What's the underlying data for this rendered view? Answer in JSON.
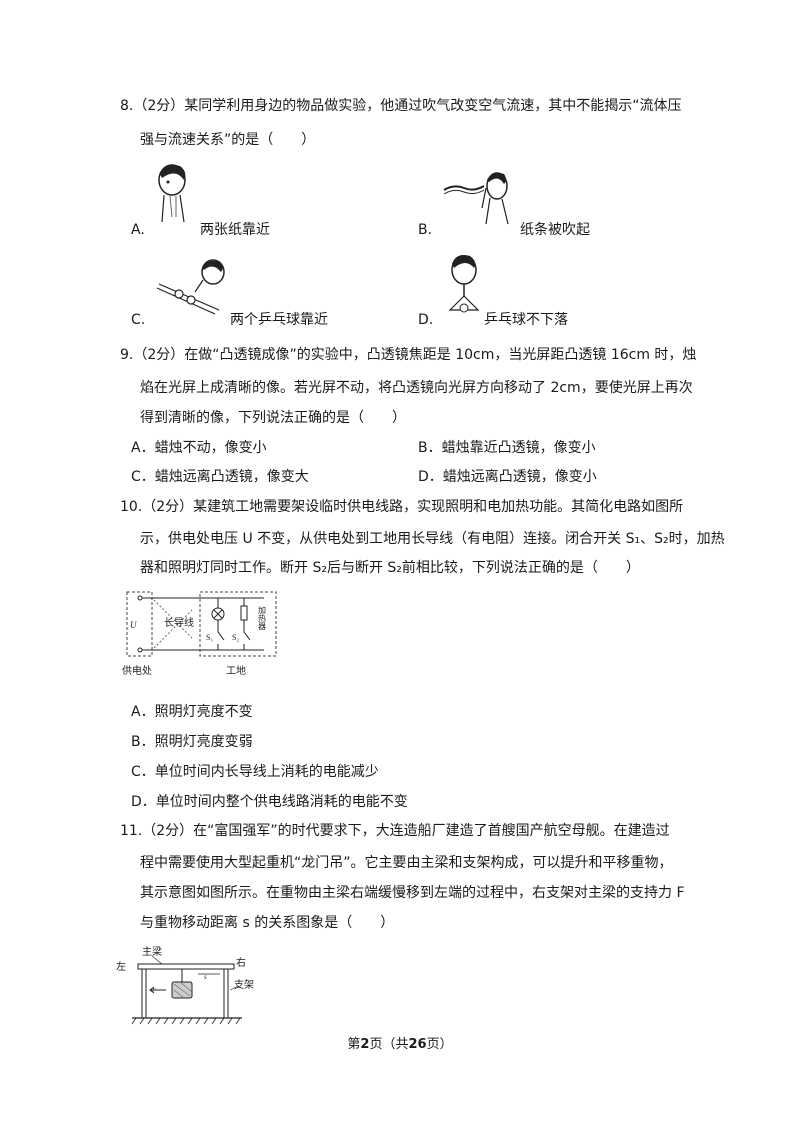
{
  "q8": {
    "line1": "8.（2分）某同学利用身边的物品做实验，他通过吹气改变空气流速，其中不能揭示“流体压",
    "line2": "强与流速关系”的是（　　）",
    "opts": [
      {
        "letter": "A.",
        "caption": "两张纸靠近"
      },
      {
        "letter": "B.",
        "caption": "纸条被吹起"
      },
      {
        "letter": "C.",
        "caption": "两个乒乓球靠近"
      },
      {
        "letter": "D.",
        "caption": "乒乓球不下落"
      }
    ]
  },
  "q9": {
    "line1": "9.（2分）在做“凸透镜成像”的实验中，凸透镜焦距是 10cm，当光屏距凸透镜 16cm 时，烛",
    "line2": "焰在光屏上成清晰的像。若光屏不动，将凸透镜向光屏方向移动了 2cm，要使光屏上再次",
    "line3": "得到清晰的像，下列说法正确的是（　　）",
    "opts": [
      "A．蜡烛不动，像变小",
      "B．蜡烛靠近凸透镜，像变小",
      "C．蜡烛远离凸透镜，像变大",
      "D．蜡烛远离凸透镜，像变小"
    ]
  },
  "q10": {
    "line1": "10.（2分）某建筑工地需要架设临时供电线路，实现照明和电加热功能。其简化电路如图所",
    "line2": "示，供电处电压 U 不变，从供电处到工地用长导线（有电阻）连接。闭合开关 S₁、S₂时，加热",
    "line3": "器和照明灯同时工作。断开 S₂后与断开 S₂前相比较，下列说法正确的是（　　）",
    "fig": {
      "supply": "供电处",
      "site": "工地",
      "wire": "长导线",
      "heater": "加热器",
      "u": "U",
      "s1": "S₁",
      "s2": "S₂"
    },
    "opts": [
      "A．照明灯亮度不变",
      "B．照明灯亮度变弱",
      "C．单位时间内长导线上消耗的电能减少",
      "D．单位时间内整个供电线路消耗的电能不变"
    ]
  },
  "q11": {
    "line1": "11.（2分）在“富国强军”的时代要求下，大连造船厂建造了首艘国产航空母舰。在建造过",
    "line2": "程中需要使用大型起重机“龙门吊”。它主要由主梁和支架构成，可以提升和平移重物，",
    "line3": "其示意图如图所示。在重物由主梁右端缓慢移到左端的过程中，右支架对主梁的支持力 F",
    "line4": "与重物移动距离 s 的关系图象是（　　）",
    "fig": {
      "beam": "主梁",
      "left": "左",
      "right": "右",
      "support": "支架",
      "s": "s",
      "f": "F"
    }
  },
  "footer": {
    "pre": "第",
    "page": "2",
    "mid": "页（共",
    "total": "26",
    "post": "页）"
  }
}
